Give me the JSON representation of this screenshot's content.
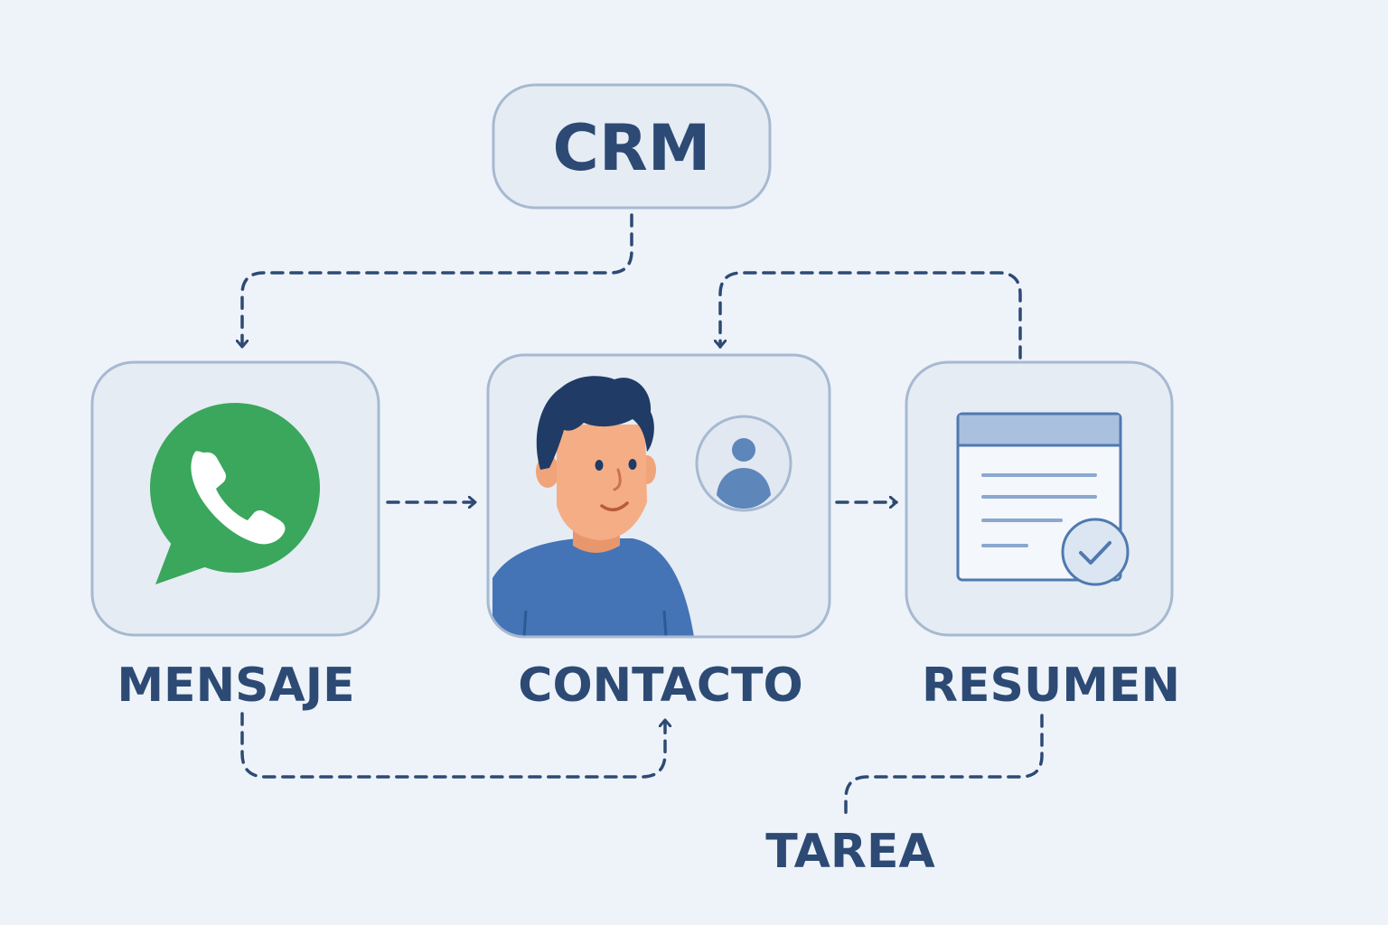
{
  "nodes": {
    "crm": {
      "label": "CRM"
    },
    "mensaje": {
      "label": "MENSAJE"
    },
    "contacto": {
      "label": "CONTACTO"
    },
    "resumen": {
      "label": "RESUMEN"
    },
    "tarea": {
      "label": "TAREA"
    }
  },
  "icons": {
    "mensaje": "whatsapp-icon",
    "contacto": "person-illustration",
    "contacto_badge": "user-avatar-icon",
    "resumen": "document-check-icon"
  },
  "colors": {
    "background": "#eef3f9",
    "box_fill": "#e6ecf4",
    "box_stroke": "#a7b9d1",
    "text": "#2d4a74",
    "arrow": "#2d4a74",
    "whatsapp_green": "#3aa75c",
    "shirt_blue": "#4474b6"
  }
}
